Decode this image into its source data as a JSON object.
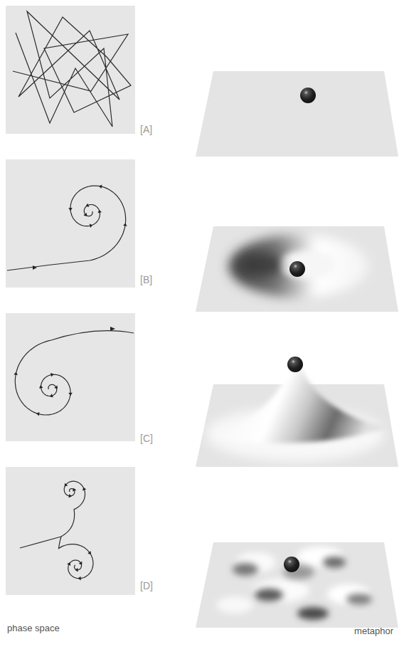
{
  "diagram": {
    "labels": [
      "[A]",
      "[B]",
      "[C]",
      "[D]",
      "phase space",
      "metaphor"
    ]
  }
}
